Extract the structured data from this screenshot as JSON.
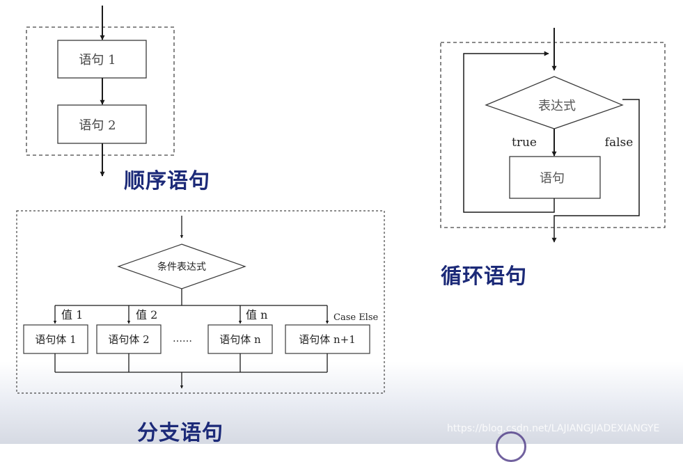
{
  "sequence": {
    "statement1": "语句 1",
    "statement2": "语句 2",
    "caption": "顺序语句"
  },
  "loop": {
    "condition": "表达式",
    "true_label": "true",
    "false_label": "false",
    "body": "语句",
    "caption": "循环语句"
  },
  "branch": {
    "condition": "条件表达式",
    "case_labels": [
      "值 1",
      "值 2",
      "值 n",
      "Case Else"
    ],
    "bodies": [
      "语句体 1",
      "语句体 2",
      "语句体 n",
      "语句体 n+1"
    ],
    "ellipsis": "……",
    "caption": "分支语句"
  },
  "watermark": "https://blog.csdn.net/LAJIANGJIADEXIANGYE",
  "colors": {
    "line": "#1a1a1a",
    "box_border": "#3a3a3a",
    "box_fill": "#ffffff",
    "caption": "#1c2a78",
    "dashed": "#444444"
  }
}
